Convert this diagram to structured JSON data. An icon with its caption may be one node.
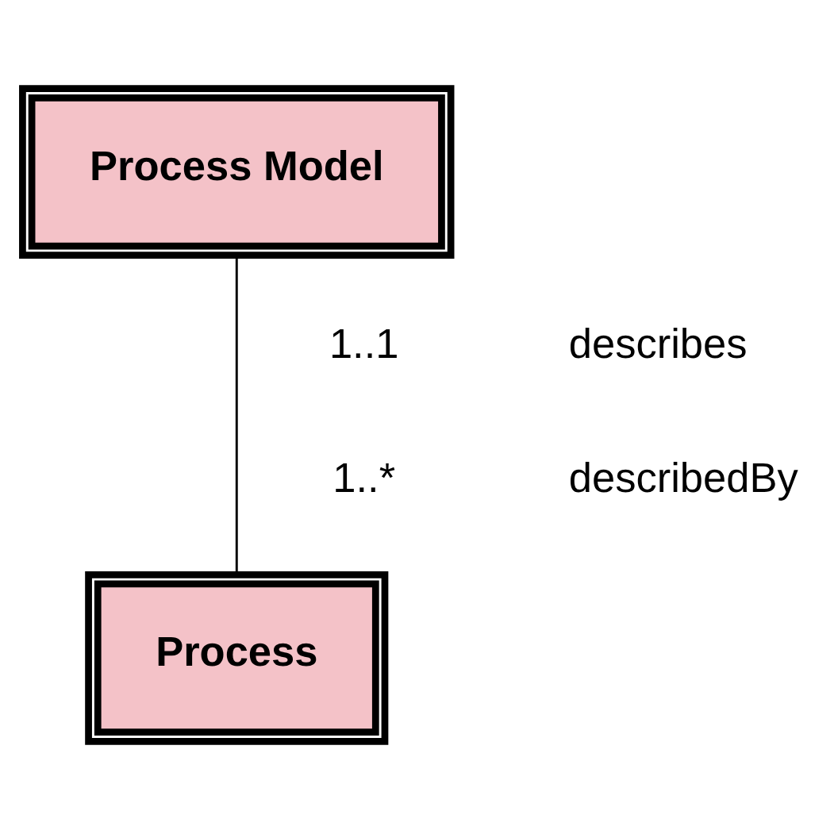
{
  "diagram": {
    "nodes": [
      {
        "text": [
          "Process Model"
        ]
      },
      {
        "text": [
          "Process"
        ]
      }
    ],
    "edges": [
      {
        "from": 0,
        "to": 1,
        "arrow": "none"
      }
    ],
    "labels": [
      "1..1",
      "describes",
      "1..*",
      "describedBy"
    ]
  }
}
